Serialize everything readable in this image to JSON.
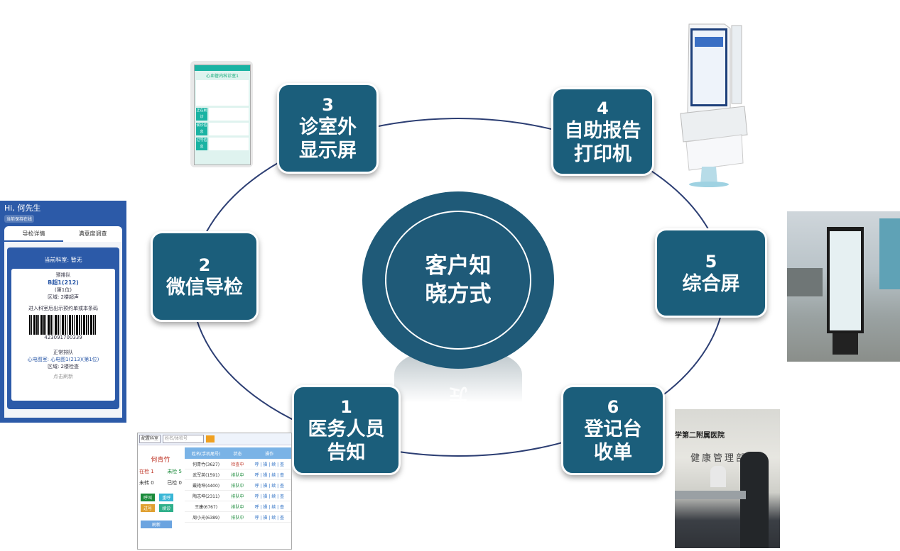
{
  "center": {
    "title": "客户知晓方式"
  },
  "nodes": [
    {
      "num": "1",
      "label": "医务人员告知"
    },
    {
      "num": "2",
      "label": "微信导检"
    },
    {
      "num": "3",
      "label": "诊室外显示屏"
    },
    {
      "num": "4",
      "label": "自助报告打印机"
    },
    {
      "num": "5",
      "label": "综合屏"
    },
    {
      "num": "6",
      "label": "登记台收单"
    }
  ],
  "phone": {
    "greeting": "Hi, 何先生",
    "tabs": [
      "导检详情",
      "满意度调查"
    ],
    "current_room": "当前科室: 暂无",
    "queue_title": "预排队",
    "queue_room": "B超1(212)",
    "queue_pos": "(第1位)",
    "queue_area": "区域: 2楼超声",
    "scan_hint": "进入科室后出示预约单或本条码",
    "barcode_no": "423091700339",
    "normal_title": "正常排队",
    "normal_room": "心电图室: 心电图1(213)(第1位)",
    "normal_area": "区域: 2楼检查",
    "refresh": "点击刷新"
  },
  "display": {
    "room": "心血管内科诊室1",
    "tags": [
      "正在就诊",
      "候诊信息",
      "过号信息"
    ]
  },
  "web": {
    "toolbar": [
      "配置科室",
      "姓名/体检号"
    ],
    "name": "何青竹",
    "stats": [
      "在检 1",
      "未检 5",
      "未转 0",
      "已检 0"
    ],
    "buttons": [
      "呼叫",
      "重呼",
      "过号",
      "续诊",
      "刷新"
    ],
    "headers": [
      "姓名(手机尾号)",
      "状态",
      "操作"
    ],
    "rows": [
      [
        "何青竹(3627)",
        "检查中"
      ],
      [
        "武军英(1591)",
        "排队中"
      ],
      [
        "戴艳坤(4400)",
        "排队中"
      ],
      [
        "陶志坤(2311)",
        "排队中"
      ],
      [
        "王康(6767)",
        "排队中"
      ],
      [
        "周小光(6389)",
        "排队中"
      ]
    ],
    "ops": "呼 | 操 | 续 | 查"
  },
  "desk_sign": {
    "line1": "学第二附属医院",
    "line2": "健康管理部"
  },
  "colors": {
    "node": "#1b5e7b",
    "center": "#1f5a78",
    "ring": "#2c3e73"
  }
}
